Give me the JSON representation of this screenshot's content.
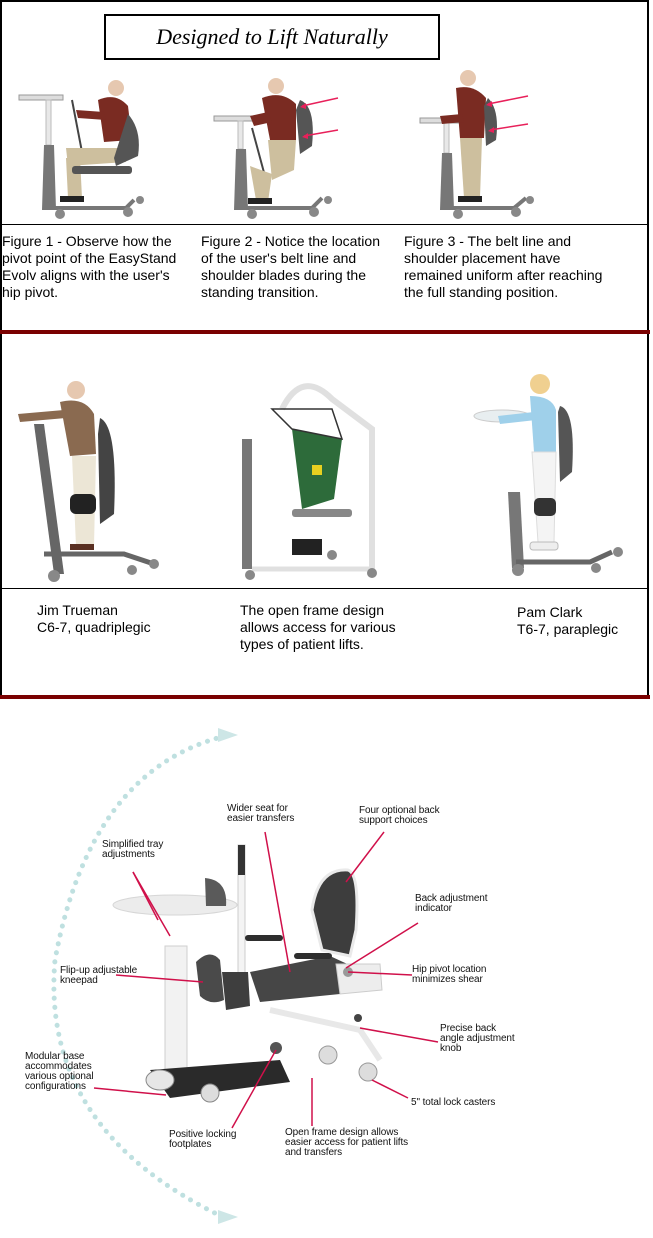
{
  "header": {
    "title": "Designed to Lift Naturally"
  },
  "sequence": {
    "figures": [
      {
        "caption_lines": [
          "Figure 1 - Observe how the",
          "pivot point of the EasyStand",
          "Evolv aligns with the user's",
          "hip pivot."
        ]
      },
      {
        "caption_lines": [
          "Figure 2 - Notice the location",
          "of the user's belt line and",
          "shoulder blades during the",
          "standing transition."
        ]
      },
      {
        "caption_lines": [
          "Figure 3 - The belt line and",
          "shoulder placement have",
          "remained uniform after reaching",
          "the full standing position."
        ]
      }
    ]
  },
  "users": {
    "items": [
      {
        "lines": [
          "Jim Trueman",
          "C6-7, quadriplegic"
        ]
      },
      {
        "lines": [
          "The open frame design",
          "allows access for various",
          "types of patient lifts."
        ]
      },
      {
        "lines": [
          "Pam Clark",
          "T6-7, paraplegic"
        ]
      }
    ]
  },
  "diagram": {
    "labels": {
      "wider_seat": [
        "Wider seat for",
        "easier transfers"
      ],
      "four_back": [
        "Four optional back",
        "support choices"
      ],
      "tray": [
        "Simplified tray",
        "adjustments"
      ],
      "back_indicator": [
        "Back adjustment",
        "indicator"
      ],
      "kneepad": [
        "Flip-up adjustable",
        "kneepad"
      ],
      "hip_pivot": [
        "Hip pivot location",
        "minimizes shear"
      ],
      "precise_knob": [
        "Precise back",
        "angle adjustment",
        "knob"
      ],
      "modular_base": [
        "Modular base",
        "accommodates",
        "various optional",
        "configurations"
      ],
      "casters": [
        "5\" total lock casters"
      ],
      "footplates": [
        "Positive locking",
        "footplates"
      ],
      "open_frame": [
        "Open frame design allows",
        "easier access for patient lifts",
        "and transfers"
      ]
    }
  },
  "colors": {
    "accent_rule": "#7a0000",
    "callout_line": "#d0104a",
    "arc_dots": "#bfe0e0",
    "arrow_red": "#e8205a"
  }
}
